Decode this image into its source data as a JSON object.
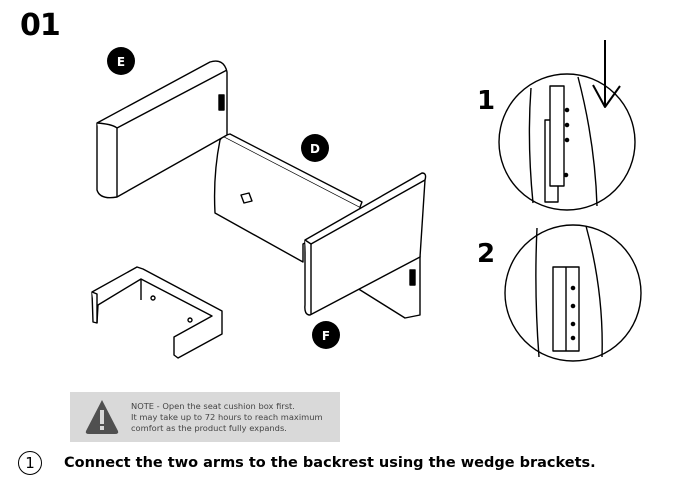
{
  "step": {
    "number": "01"
  },
  "parts": {
    "e": "E",
    "d": "D",
    "f": "F"
  },
  "details": {
    "first": "1",
    "second": "2"
  },
  "note": {
    "icon": "warning-icon",
    "lines": [
      "NOTE - Open the seat cushion box first.",
      "It may take up to 72 hours to reach maximum",
      "comfort as the product fully expands."
    ]
  },
  "instruction": {
    "index": "1",
    "text": "Connect the two arms to the backrest using the wedge brackets."
  }
}
